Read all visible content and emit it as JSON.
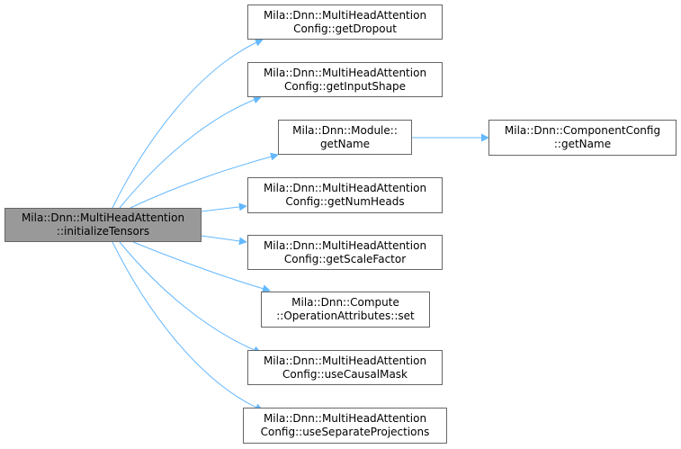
{
  "colors": {
    "edge": "#63b8ff",
    "root_fill": "#999999",
    "node_border": "#666666",
    "node_fill": "#ffffff"
  },
  "nodes": {
    "initializeTensors": {
      "line1": "Mila::Dnn::MultiHeadAttention",
      "line2": "::initializeTensors"
    },
    "getDropout": {
      "line1": "Mila::Dnn::MultiHeadAttention",
      "line2": "Config::getDropout"
    },
    "getInputShape": {
      "line1": "Mila::Dnn::MultiHeadAttention",
      "line2": "Config::getInputShape"
    },
    "moduleGetName": {
      "line1": "Mila::Dnn::Module::",
      "line2": "getName"
    },
    "componentGetName": {
      "line1": "Mila::Dnn::ComponentConfig",
      "line2": "::getName"
    },
    "getNumHeads": {
      "line1": "Mila::Dnn::MultiHeadAttention",
      "line2": "Config::getNumHeads"
    },
    "getScaleFactor": {
      "line1": "Mila::Dnn::MultiHeadAttention",
      "line2": "Config::getScaleFactor"
    },
    "opAttrSet": {
      "line1": "Mila::Dnn::Compute",
      "line2": "::OperationAttributes::set"
    },
    "useCausalMask": {
      "line1": "Mila::Dnn::MultiHeadAttention",
      "line2": "Config::useCausalMask"
    },
    "useSeparateProjections": {
      "line1": "Mila::Dnn::MultiHeadAttention",
      "line2": "Config::useSeparateProjections"
    }
  }
}
